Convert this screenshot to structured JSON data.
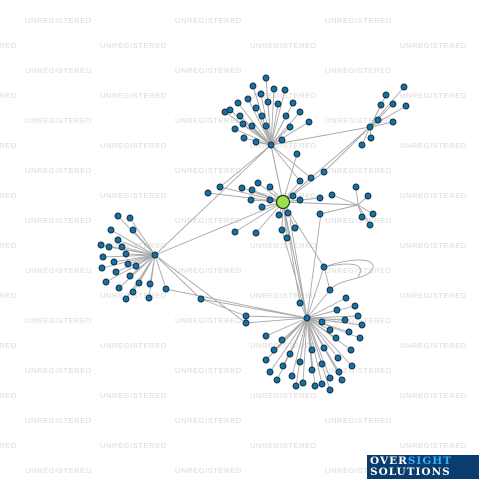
{
  "watermark": {
    "text": "UNREGISTERED"
  },
  "logo": {
    "part1": "OVER",
    "part2": "SIGHT",
    "part3": "SOLUTIONS",
    "brand_colors": {
      "background": "#0b3c6e",
      "accent": "#2fb0ff",
      "highlight": "#f0c000"
    }
  },
  "graph": {
    "highlighted_node_color": "#9be04c",
    "node_color": "#1a6f9e",
    "edge_color": "#a8a8a8"
  }
}
